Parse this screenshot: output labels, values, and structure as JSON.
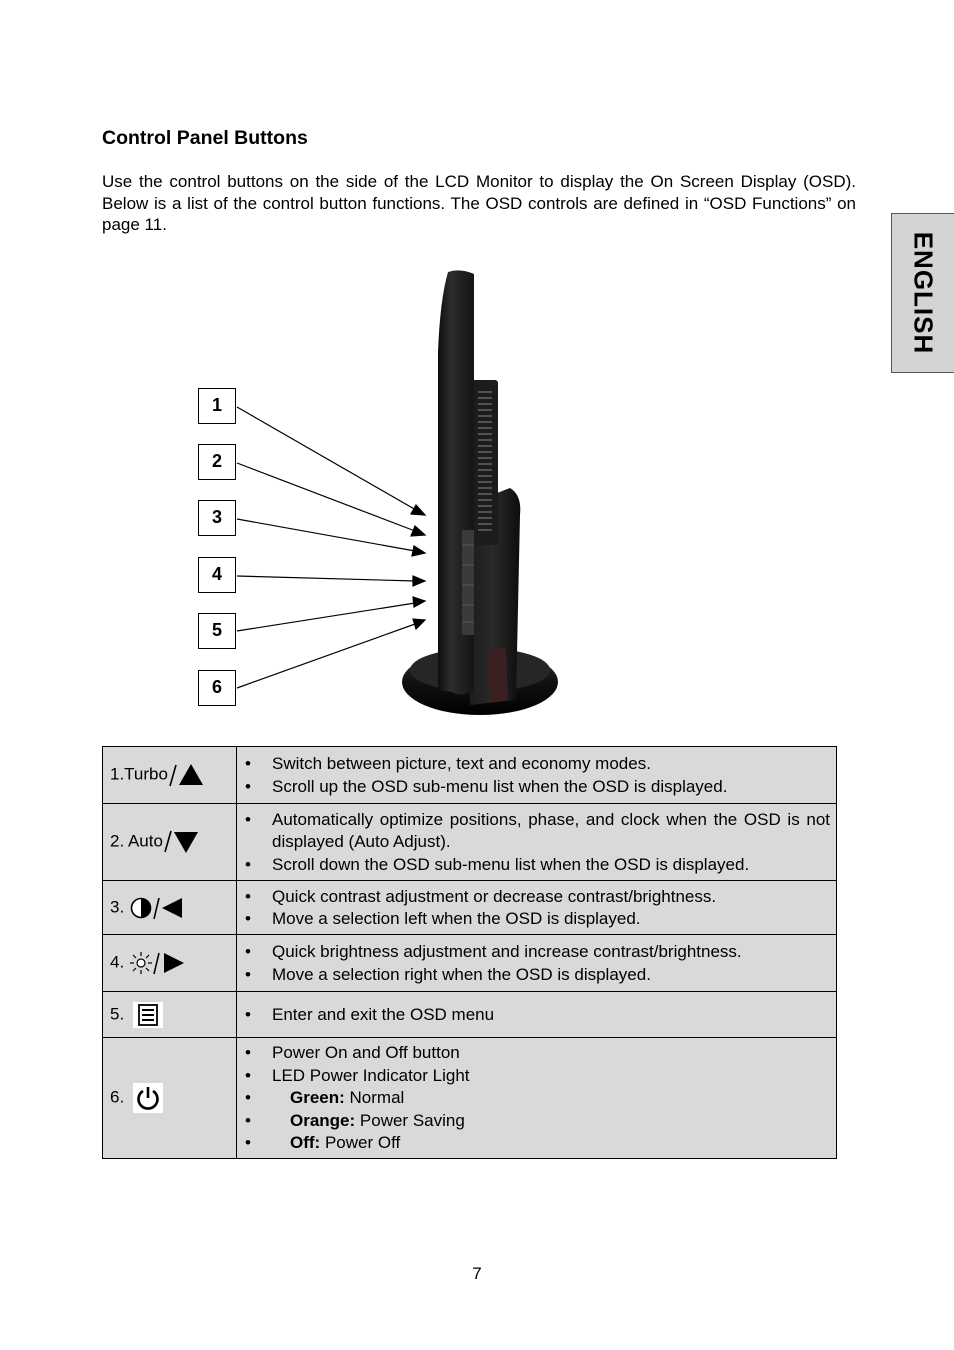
{
  "heading": "Control Panel Buttons",
  "intro": "Use the control buttons on the side of the LCD Monitor to display the On Screen Display (OSD).  Below is a list of the control button functions. The OSD controls are defined in “OSD Functions” on page 11.",
  "language_tab": "ENGLISH",
  "callouts": [
    "1",
    "2",
    "3",
    "4",
    "5",
    "6"
  ],
  "rows": [
    {
      "label": "1.Turbo",
      "icons": [
        "slash-icon",
        "triangle-up-icon"
      ],
      "bullets": [
        "Switch between picture, text and economy modes.",
        "Scroll up the OSD sub-menu list when the OSD is displayed."
      ]
    },
    {
      "label": "2. Auto",
      "icons": [
        "slash-icon",
        "triangle-down-icon"
      ],
      "bullets": [
        "Automatically optimize positions, phase, and clock when the OSD is not displayed (Auto Adjust).",
        "Scroll down the OSD sub-menu list when the OSD is displayed."
      ]
    },
    {
      "label": "3.",
      "icons": [
        "contrast-icon",
        "slash-icon",
        "triangle-left-icon"
      ],
      "bullets": [
        "Quick contrast adjustment or decrease contrast/brightness.",
        "Move a selection left when the OSD is displayed."
      ]
    },
    {
      "label": "4.",
      "icons": [
        "brightness-icon",
        "slash-icon",
        "triangle-right-icon"
      ],
      "bullets": [
        "Quick brightness adjustment and increase contrast/brightness.",
        "Move a selection right when the OSD is displayed."
      ]
    },
    {
      "label": "5.",
      "icons": [
        "menu-icon"
      ],
      "bullets": [
        "Enter and exit the OSD menu"
      ]
    },
    {
      "label": "6.",
      "icons": [
        "power-icon"
      ],
      "bullets": [
        "Power On and Off button",
        "LED Power Indicator Light"
      ],
      "led_states": [
        {
          "label": "Green:",
          "text": " Normal"
        },
        {
          "label": "Orange:",
          "text": " Power Saving"
        },
        {
          "label": "Off:",
          "text": " Power Off"
        }
      ]
    }
  ],
  "page_number": "7"
}
